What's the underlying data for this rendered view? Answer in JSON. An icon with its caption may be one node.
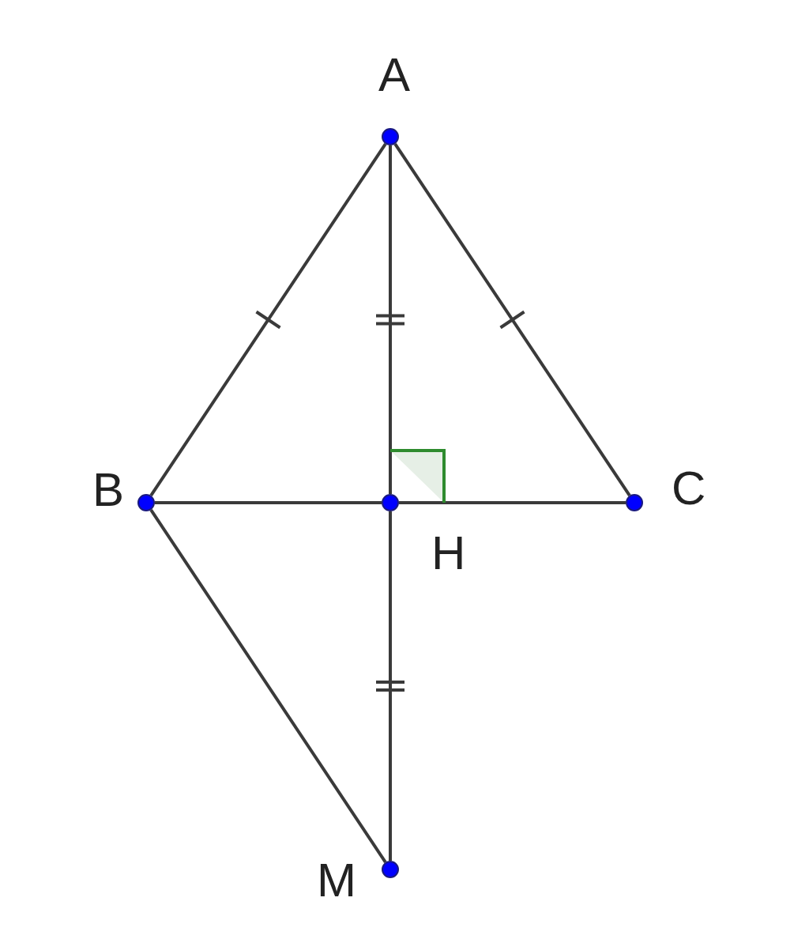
{
  "diagram": {
    "nodes": [
      {
        "text": [
          "A"
        ]
      },
      {
        "text": [
          "B"
        ]
      },
      {
        "text": [
          "C"
        ]
      },
      {
        "text": [
          "H"
        ]
      },
      {
        "text": [
          "M"
        ]
      }
    ],
    "edges": [
      {
        "from": 0,
        "to": 1,
        "arrow": "none"
      },
      {
        "from": 0,
        "to": 2,
        "arrow": "none"
      },
      {
        "from": 0,
        "to": 3,
        "arrow": "none"
      },
      {
        "from": 1,
        "to": 3,
        "arrow": "none"
      },
      {
        "from": 3,
        "to": 2,
        "arrow": "none"
      },
      {
        "from": 3,
        "to": 4,
        "arrow": "none"
      },
      {
        "from": 1,
        "to": 4,
        "arrow": "none"
      }
    ]
  }
}
